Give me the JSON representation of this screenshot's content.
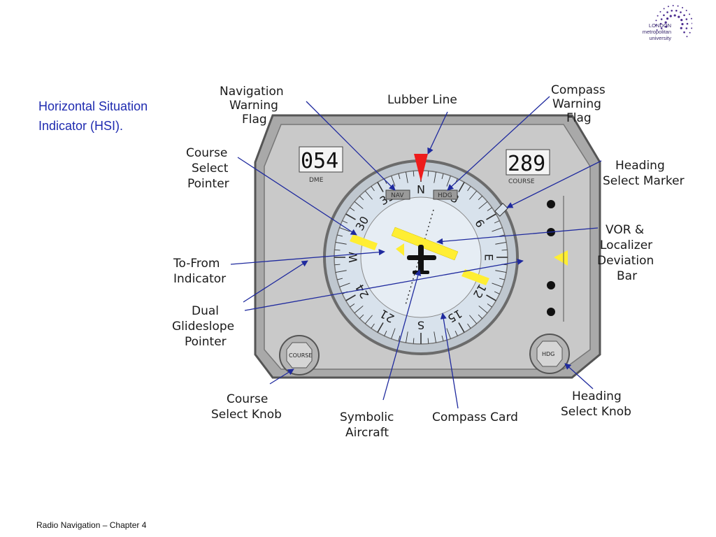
{
  "slide": {
    "title_line1": "Horizontal Situation",
    "title_line2": "Indicator (HSI).",
    "footer": "Radio Navigation – Chapter 4"
  },
  "logo": {
    "line1": "LONDON",
    "line2": "metropolitan",
    "line3": "university",
    "dot_color": "#4b2c8f"
  },
  "colors": {
    "bezel": "#a9a9a9",
    "panel": "#c9c9c9",
    "dial": "#d8e2ec",
    "dial_inner": "#e6edf4",
    "arrow": "#1f2a9e",
    "needle": "#ffee33",
    "lubber": "#ee1c1c"
  },
  "instrument": {
    "dme_value": "054",
    "dme_label": "DME",
    "course_value": "289",
    "course_label": "COURSE",
    "nav_flag": "NAV",
    "hdg_flag": "HDG",
    "course_knob": "COURSE",
    "hdg_knob": "HDG",
    "card_labels": [
      "N",
      "3",
      "6",
      "E",
      "12",
      "15",
      "S",
      "21",
      "24",
      "W",
      "30",
      "33"
    ]
  },
  "callouts": {
    "nav_warning": [
      "Navigation",
      "Warning",
      "Flag"
    ],
    "lubber_line": [
      "Lubber Line"
    ],
    "compass_warning": [
      "Compass",
      "Warning",
      "Flag"
    ],
    "course_select_pointer": [
      "Course",
      "Select",
      "Pointer"
    ],
    "heading_select_marker": [
      "Heading",
      "Select Marker"
    ],
    "vor_deviation": [
      "VOR &",
      "Localizer",
      "Deviation",
      "Bar"
    ],
    "to_from": [
      "To-From",
      "Indicator"
    ],
    "glideslope": [
      "Dual",
      "Glideslope",
      "Pointer"
    ],
    "course_knob": [
      "Course",
      "Select Knob"
    ],
    "symbolic_aircraft": [
      "Symbolic",
      "Aircraft"
    ],
    "compass_card": [
      "Compass Card"
    ],
    "heading_knob": [
      "Heading",
      "Select Knob"
    ]
  }
}
